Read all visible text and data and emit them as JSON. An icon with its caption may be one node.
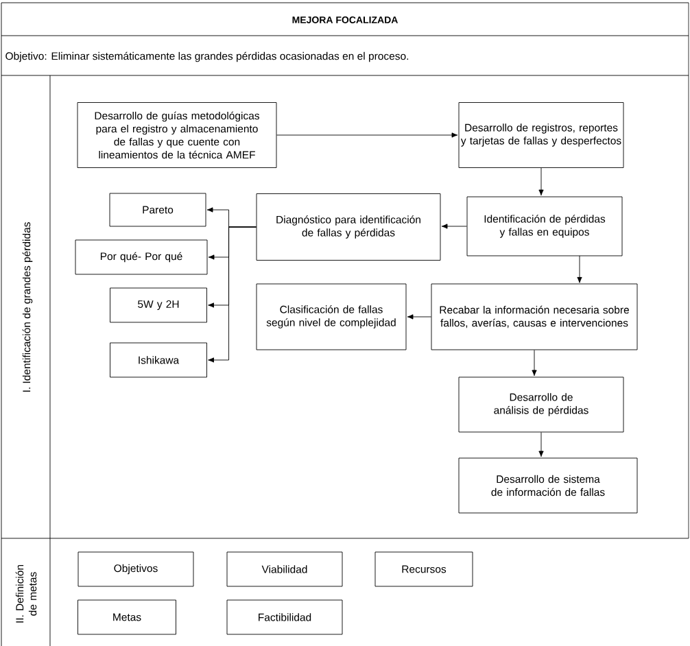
{
  "diagram": {
    "title": "MEJORA FOCALIZADA",
    "nodes": [
      {
        "text": [
          "Desarrollo de guías metodológicas para el registro y almacenamiento de fallas y que cuente con lineamientos de la técnica AMEF"
        ]
      },
      {
        "text": [
          "Desarrollo de registros, reportes y tarjetas de fallas y desperfectos"
        ]
      },
      {
        "text": [
          "Identificación de pérdidas y fallas en equipos"
        ]
      },
      {
        "text": [
          "Diagnóstico para identificación de fallas y pérdidas"
        ]
      },
      {
        "text": [
          "Pareto"
        ]
      },
      {
        "text": [
          "Por qué- Por qué"
        ]
      },
      {
        "text": [
          "5W y 2H"
        ]
      },
      {
        "text": [
          "Ishikawa"
        ]
      },
      {
        "text": [
          "Recabar la información necesaria sobre fallos, averías, causas e intervenciones"
        ]
      },
      {
        "text": [
          "Clasificación de fallas según nivel de complejidad"
        ]
      },
      {
        "text": [
          "Desarrollo de análisis de pérdidas"
        ]
      },
      {
        "text": [
          "Desarrollo de sistema de información de fallas"
        ]
      },
      {
        "text": [
          "Objetivos"
        ]
      },
      {
        "text": [
          "Viabilidad"
        ]
      },
      {
        "text": [
          "Recursos"
        ]
      },
      {
        "text": [
          "Metas"
        ]
      },
      {
        "text": [
          "Factibilidad"
        ]
      }
    ],
    "edges": [
      {
        "from": 0,
        "to": 1,
        "arrow": "to"
      },
      {
        "from": 1,
        "to": 2,
        "arrow": "to"
      },
      {
        "from": 2,
        "to": 3,
        "arrow": "to"
      },
      {
        "from": 3,
        "to": 4,
        "arrow": "to"
      },
      {
        "from": 3,
        "to": 5,
        "arrow": "to"
      },
      {
        "from": 3,
        "to": 6,
        "arrow": "to"
      },
      {
        "from": 3,
        "to": 7,
        "arrow": "to"
      },
      {
        "from": 2,
        "to": 8,
        "arrow": "to"
      },
      {
        "from": 8,
        "to": 9,
        "arrow": "to"
      },
      {
        "from": 8,
        "to": 10,
        "arrow": "to"
      },
      {
        "from": 10,
        "to": 11,
        "arrow": "to"
      }
    ],
    "labels": [
      "Objetivo: Eliminar sistemáticamente las grandes pérdidas ocasionadas en el proceso.",
      "I. Identificación de grandes pérdidas",
      "II. Definición de metas"
    ]
  }
}
